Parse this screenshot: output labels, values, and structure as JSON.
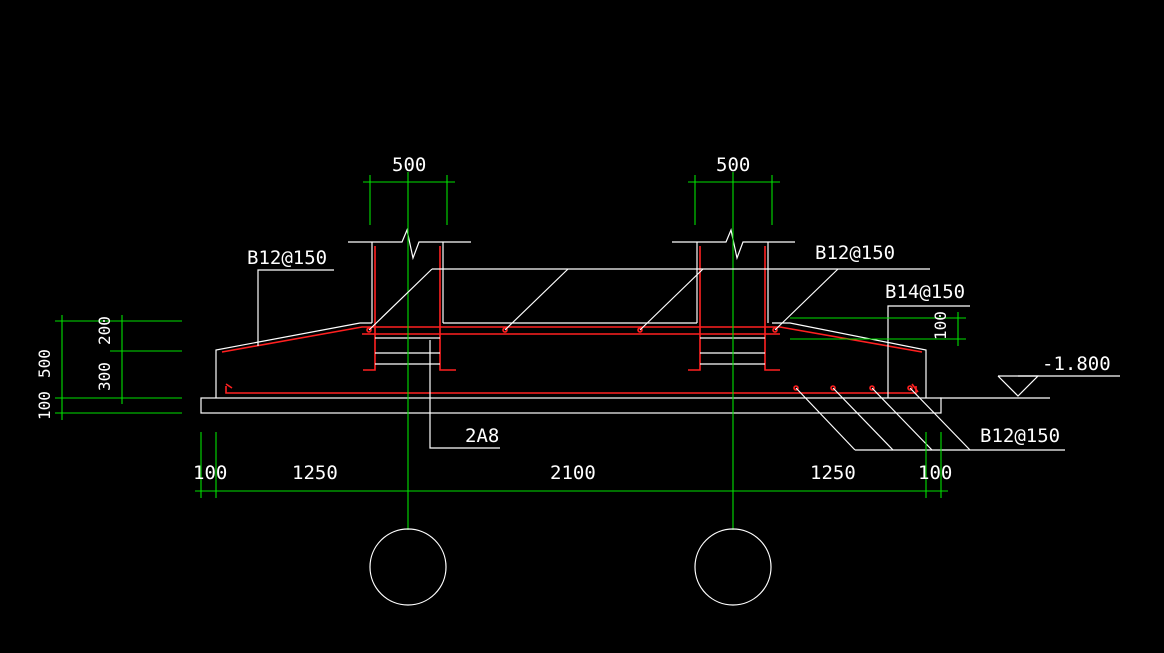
{
  "drawing": {
    "colors": {
      "background": "#000000",
      "outline": "#ffffff",
      "dimension": "#00e000",
      "rebar": "#ff2020"
    },
    "column_width_left": "500",
    "column_width_right": "500",
    "rebar_top_left": "B12@150",
    "rebar_top_right": "B12@150",
    "rebar_side_right": "B14@150",
    "rebar_bottom": "B12@150",
    "stirrup": "2A8",
    "elevation": "-1.800",
    "dim_100_top_right": "100",
    "dims_left": {
      "total": "500",
      "upper": "200",
      "lower": "300",
      "bed": "100"
    },
    "dims_bottom": [
      "100",
      "1250",
      "2100",
      "1250",
      "100"
    ]
  }
}
